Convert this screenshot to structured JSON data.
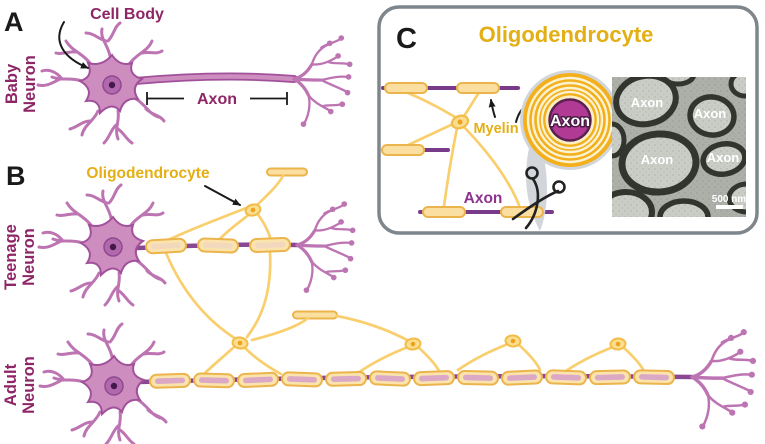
{
  "figure": {
    "panels": {
      "a": {
        "letter": "A",
        "row_label_line1": "Baby",
        "row_label_line2": "Neuron",
        "cell_body_label": "Cell Body",
        "axon_label": "Axon"
      },
      "b": {
        "letter": "B",
        "oligodendrocyte_label": "Oligodendrocyte",
        "teenage_label_line1": "Teenage",
        "teenage_label_line2": "Neuron",
        "adult_label_line1": "Adult",
        "adult_label_line2": "Neuron"
      },
      "c": {
        "letter": "C",
        "title": "Oligodendrocyte",
        "myelin_label": "Myelin",
        "axon_label": "Axon",
        "cross_section": {
          "axon_label": "Axon"
        },
        "micrograph": {
          "axon_labels": [
            "Axon",
            "Axon",
            "Axon",
            "Axon"
          ],
          "scale_bar_label": "500 nm"
        }
      }
    },
    "colors": {
      "magenta_text": "#8E2566",
      "gold_text": "#E3AF14",
      "purple_text": "#8C3390",
      "neuron_fill": "#CE8DBF",
      "neuron_outline": "#A1519B",
      "myelin_fill": "#FBE3AC",
      "myelin_outline": "#EBB44C",
      "oligo_process": "#F9CE6C",
      "axon_line": "#7A3A8A",
      "panel_border": "#7E868C",
      "magnifier_gray": "#D2D6DB",
      "myelin_ring_gold": "#F3B01C",
      "cross_section_axon_fill": "#B03A94"
    }
  }
}
